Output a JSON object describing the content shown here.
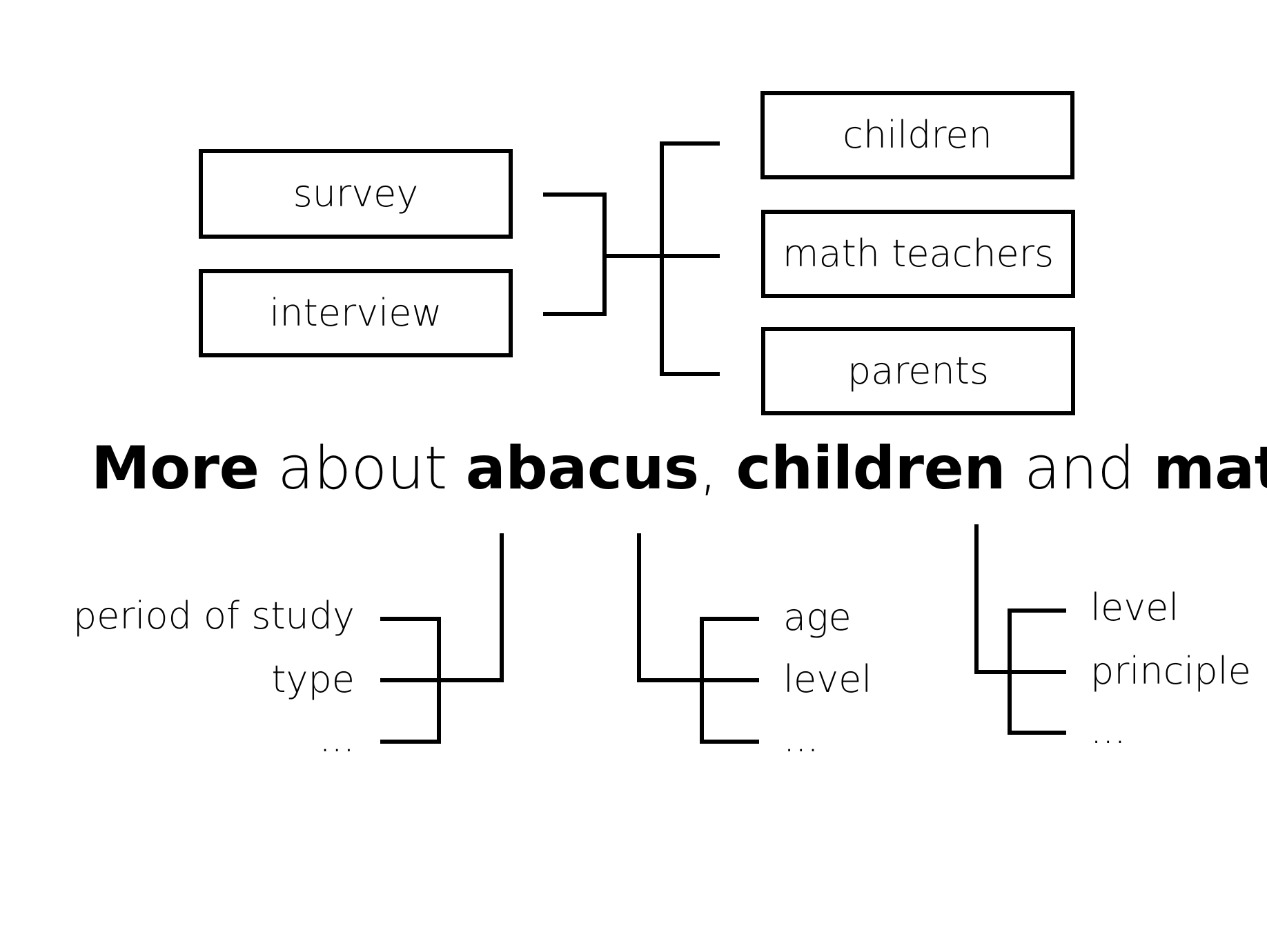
{
  "methods": [
    "survey",
    "interview"
  ],
  "participants": [
    "children",
    "math teachers",
    "parents"
  ],
  "heading": {
    "w1": "More",
    "w2": " about ",
    "w3": "abacus",
    "w4": ", ",
    "w5": "children",
    "w6": " and ",
    "w7": "math",
    "w8": "..."
  },
  "abacus_attributes": [
    "period of study",
    "type",
    "..."
  ],
  "children_attributes": [
    "age",
    "level",
    "..."
  ],
  "math_attributes": [
    "level",
    "principle",
    "..."
  ],
  "colors": {
    "stroke": "#000000",
    "background": "#ffffff"
  }
}
